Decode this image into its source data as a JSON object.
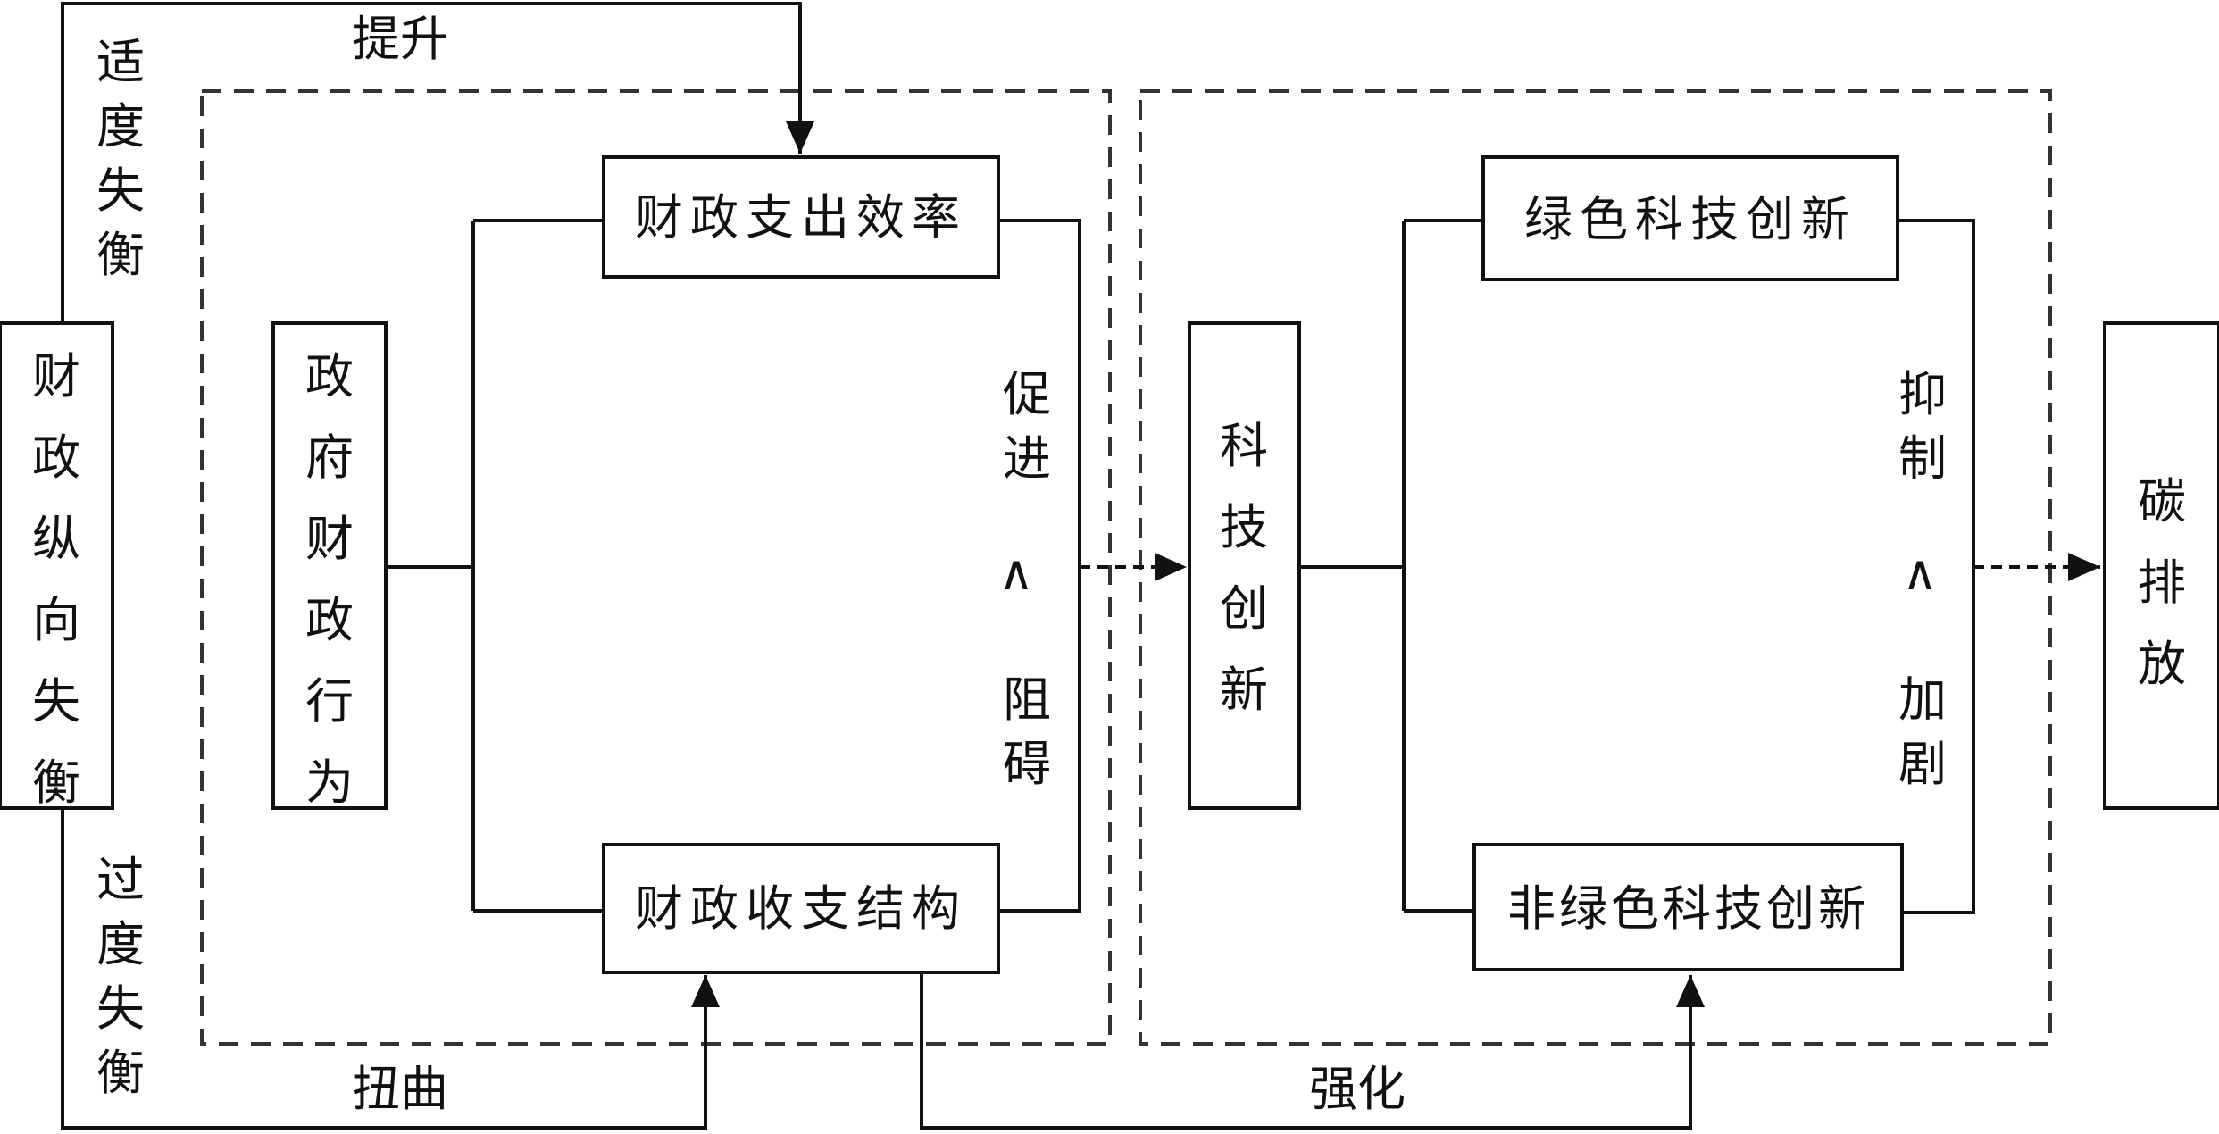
{
  "nodes": {
    "fiscal_imbalance": "财政纵向失衡",
    "gov_behavior": "政府财政行为",
    "spending_efficiency": "财政支出效率",
    "revenue_structure": "财政收支结构",
    "tech_innovation": "科技创新",
    "green_innovation": "绿色科技创新",
    "non_green_innovation": "非绿色科技创新",
    "carbon_emission": "碳排放"
  },
  "edges": {
    "moderate_imbalance": "适度失衡",
    "excessive_imbalance": "过度失衡",
    "improve": "提升",
    "distort": "扭曲",
    "strengthen": "强化",
    "promote": "促进",
    "or_symbol_1": "∧",
    "hinder": "阻碍",
    "inhibit": "抑制",
    "or_symbol_2": "∧",
    "aggravate": "加剧"
  }
}
